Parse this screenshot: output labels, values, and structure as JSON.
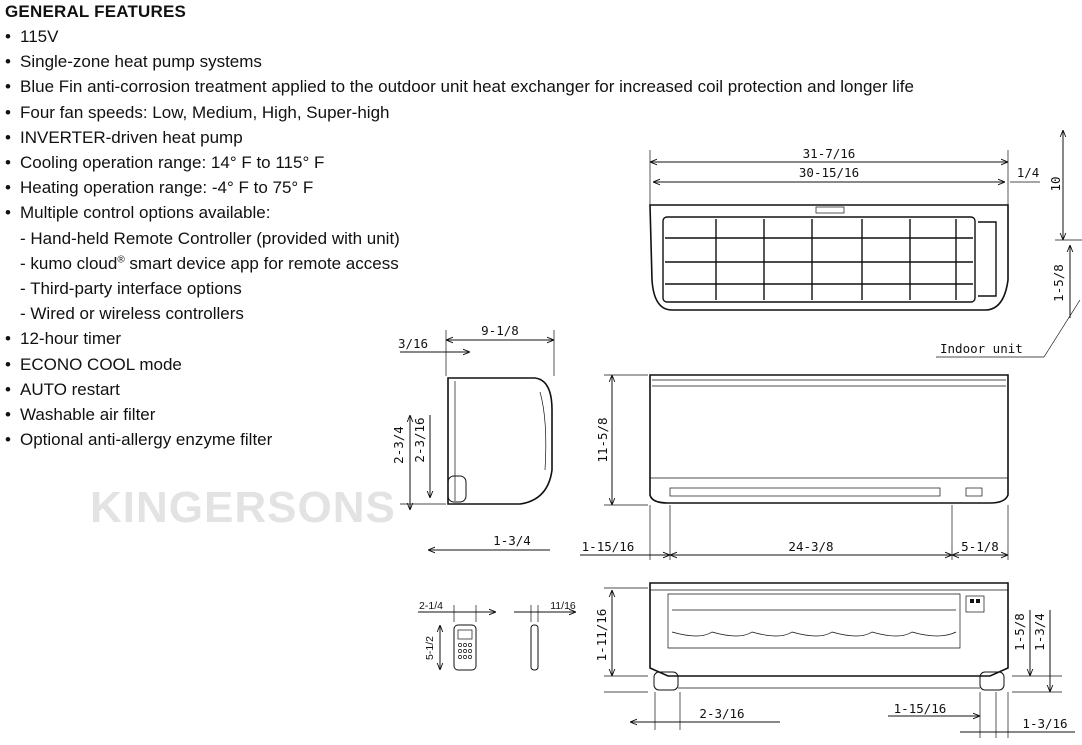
{
  "features": {
    "heading": "GENERAL FEATURES",
    "items": [
      {
        "kind": "bullet",
        "text": "115V"
      },
      {
        "kind": "bullet",
        "text": "Single-zone heat pump systems"
      },
      {
        "kind": "bullet",
        "text": "Blue Fin anti-corrosion treatment applied to the outdoor unit heat exchanger for increased coil protection and longer life"
      },
      {
        "kind": "bullet",
        "text": "Four fan speeds: Low, Medium, High, Super-high"
      },
      {
        "kind": "bullet",
        "text": "INVERTER-driven heat pump"
      },
      {
        "kind": "bullet",
        "text": "Cooling operation range: 14° F to 115° F"
      },
      {
        "kind": "bullet",
        "text": "Heating operation range: -4° F to 75° F"
      },
      {
        "kind": "bullet",
        "text": "Multiple control options available:"
      },
      {
        "kind": "sub",
        "text": "Hand-held Remote Controller (provided with unit)"
      },
      {
        "kind": "sub",
        "text": "kumo cloud",
        "sup": "®",
        "after": " smart device app for remote access"
      },
      {
        "kind": "sub",
        "text": "Third-party interface options"
      },
      {
        "kind": "sub",
        "text": "Wired or wireless controllers"
      },
      {
        "kind": "bullet",
        "text": "12-hour timer"
      },
      {
        "kind": "bullet",
        "text": "ECONO COOL mode"
      },
      {
        "kind": "bullet",
        "text": "AUTO restart"
      },
      {
        "kind": "bullet",
        "text": "Washable air filter"
      },
      {
        "kind": "bullet",
        "text": "Optional anti-allergy enzyme filter"
      }
    ]
  },
  "watermark": "KINGERSONS",
  "drawing": {
    "unit_label": "Indoor unit",
    "dims": {
      "overall_width": "31-7/16",
      "grille_width": "30-15/16",
      "top_offset": "1/4",
      "right_height": "10",
      "right_lower": "1-5/8",
      "side_depth": "9-1/8",
      "side_top": "3/16",
      "side_h1": "2-3/4",
      "side_h2": "2-3/16",
      "side_bottom": "1-3/4",
      "front_height": "11-5/8",
      "left_margin": "1-15/16",
      "center_span": "24-3/8",
      "right_margin": "5-1/8",
      "remote_width": "2-1/4",
      "remote_height": "5-1/2",
      "remote_thickness": "11/16",
      "bottom_height": "1-11/16",
      "bottom_left": "2-3/16",
      "bottom_right_gap": "1-15/16",
      "bottom_right_h1": "1-5/8",
      "bottom_right_h2": "1-3/4",
      "bottom_right_w": "1-3/16"
    }
  }
}
